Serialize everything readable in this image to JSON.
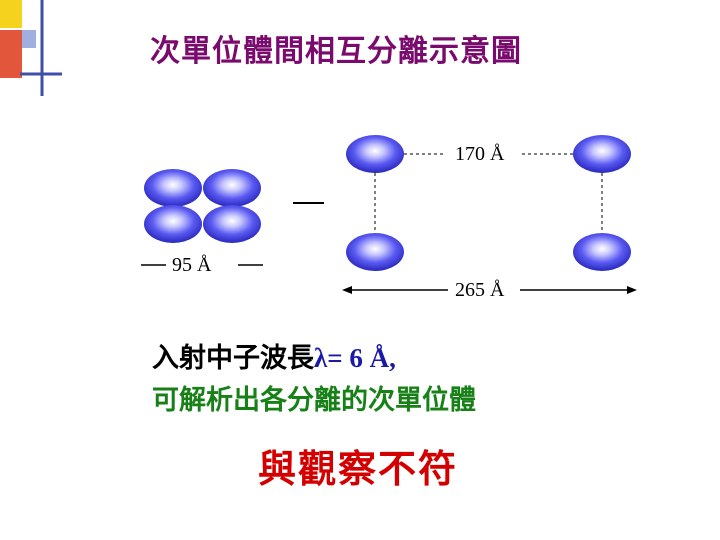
{
  "title": "次單位體間相互分離示意圖",
  "dimensions": {
    "compact_width": "95 Å",
    "separated_top": "170 Å",
    "separated_width": "265 Å"
  },
  "text": {
    "line1_prefix": "入射中子波長",
    "line1_value": "λ= 6 Å,",
    "line2": "可解析出各分離的次單位體",
    "conclusion": "與觀察不符"
  },
  "colors": {
    "title": "#7a0a6e",
    "subunit_fill": "#4b4bf0",
    "subunit_highlight": "#ffffff",
    "line2": "#178017",
    "conclusion": "#d40000",
    "accent_yellow": "#f5d21e",
    "accent_red": "#e2573c",
    "accent_blue": "#3f4fa8"
  }
}
